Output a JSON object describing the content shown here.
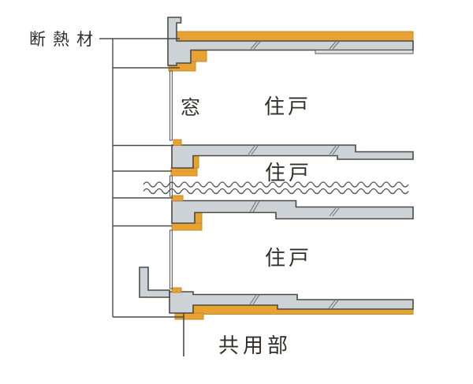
{
  "labels": {
    "insulation": "断熱材",
    "window": "窓",
    "common_area": "共用部"
  },
  "units": [
    {
      "label": "住戸"
    },
    {
      "label": "住戸"
    },
    {
      "label": "住戸"
    }
  ],
  "colors": {
    "insulation": "#E8A232",
    "insulation_edge": "#C8882A",
    "concrete": "#CDD2D6",
    "concrete_light": "#DCE0E3",
    "outline": "#4A4A47",
    "line": "#4A4A4A",
    "hatch": "#6A6F73",
    "glass": "#ECEEEF",
    "text": "#332E2B"
  }
}
